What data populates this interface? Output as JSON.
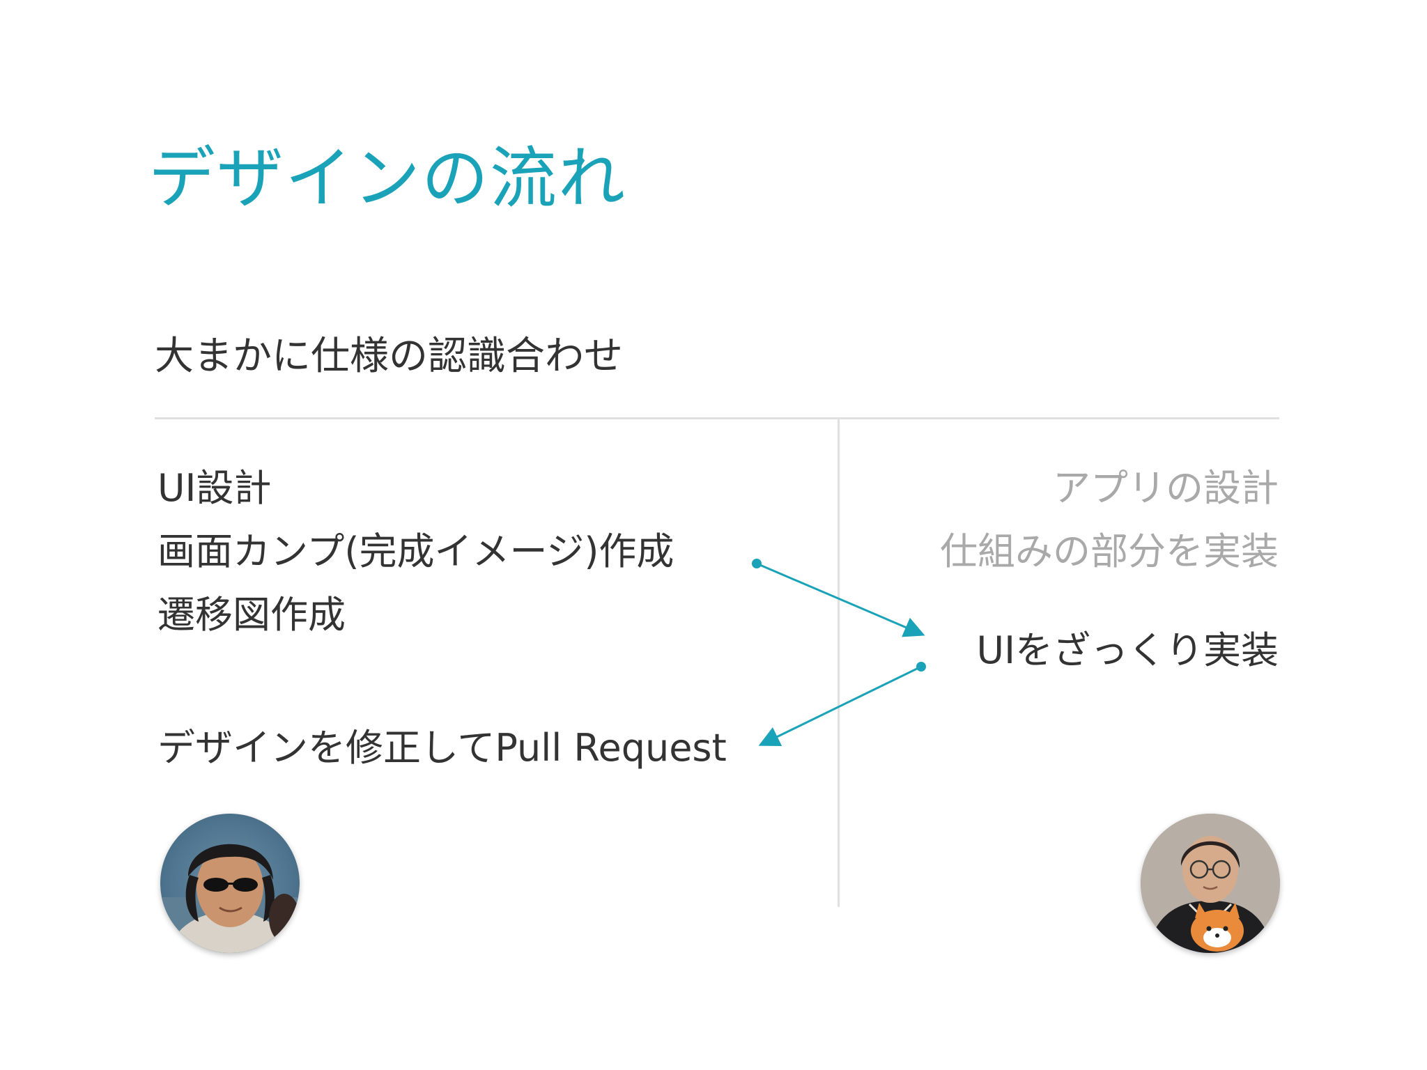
{
  "slide": {
    "title": "デザインの流れ",
    "subtitle": "大まかに仕様の認識合わせ",
    "left_column": {
      "items": [
        "UI設計",
        "画面カンプ(完成イメージ)作成",
        "遷移図作成"
      ],
      "bottom_item": "デザインを修正してPull Request"
    },
    "right_column": {
      "muted_items": [
        "アプリの設計",
        "仕組みの部分を実装"
      ],
      "highlight_item": "UIをざっくり実装"
    }
  },
  "colors": {
    "accent": "#1aa3b8",
    "text": "#333333",
    "muted_text": "#a9a9a9",
    "divider": "#e0e0e0"
  },
  "icons": {
    "left_avatar": "person-with-sunglasses-avatar",
    "right_avatar": "person-with-glasses-and-fox-plush-avatar"
  }
}
